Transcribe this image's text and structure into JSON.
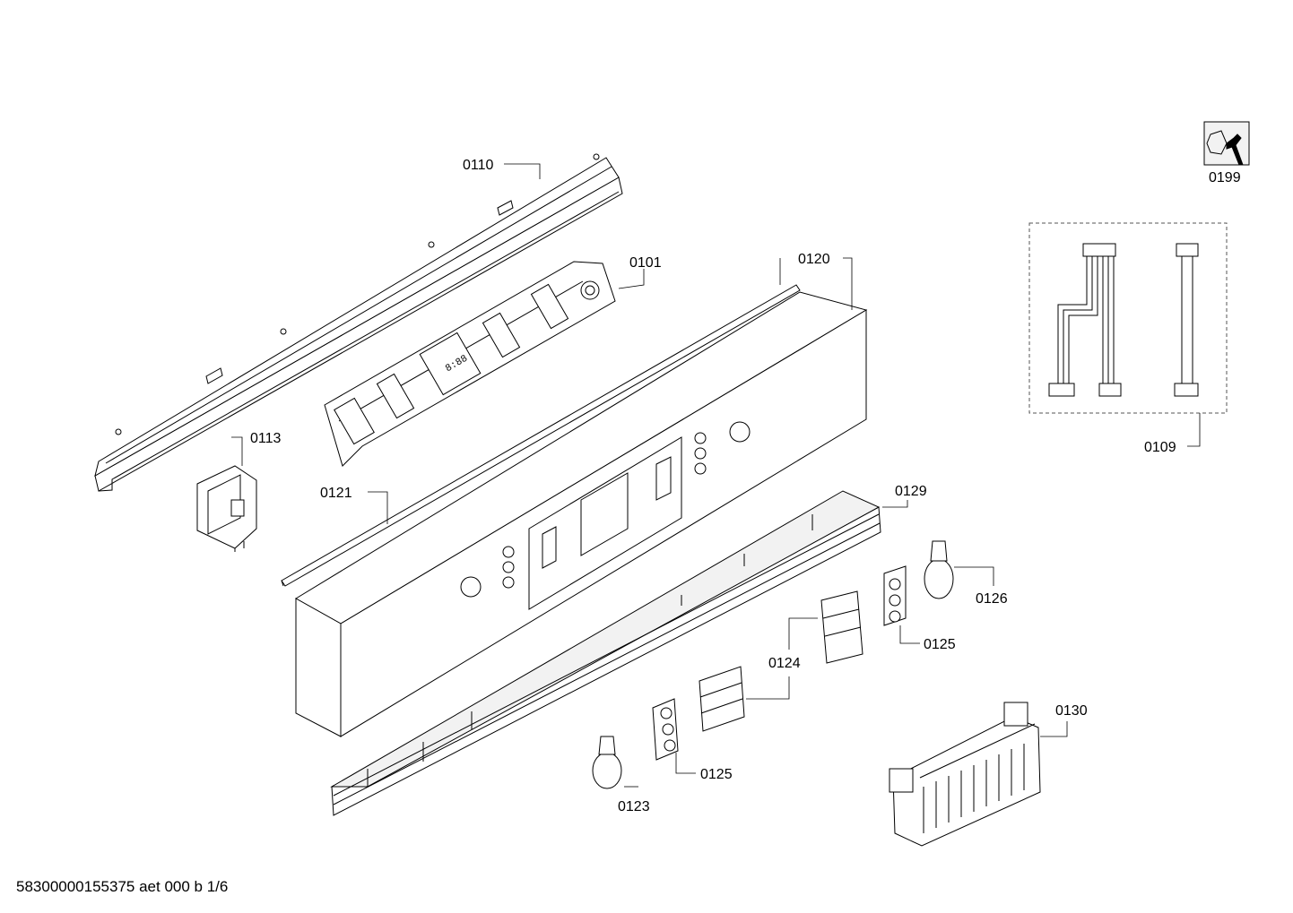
{
  "parts": [
    {
      "id": "p0110",
      "label": "0110"
    },
    {
      "id": "p0101",
      "label": "0101"
    },
    {
      "id": "p0120",
      "label": "0120"
    },
    {
      "id": "p0113",
      "label": "0113"
    },
    {
      "id": "p0121",
      "label": "0121"
    },
    {
      "id": "p0129",
      "label": "0129"
    },
    {
      "id": "p0126",
      "label": "0126"
    },
    {
      "id": "p0125a",
      "label": "0125"
    },
    {
      "id": "p0124",
      "label": "0124"
    },
    {
      "id": "p0125b",
      "label": "0125"
    },
    {
      "id": "p0123",
      "label": "0123"
    },
    {
      "id": "p0130",
      "label": "0130"
    },
    {
      "id": "p0109",
      "label": "0109"
    },
    {
      "id": "p0199",
      "label": "0199"
    }
  ],
  "footer": "58300000155375 aet 000 b 1/6"
}
